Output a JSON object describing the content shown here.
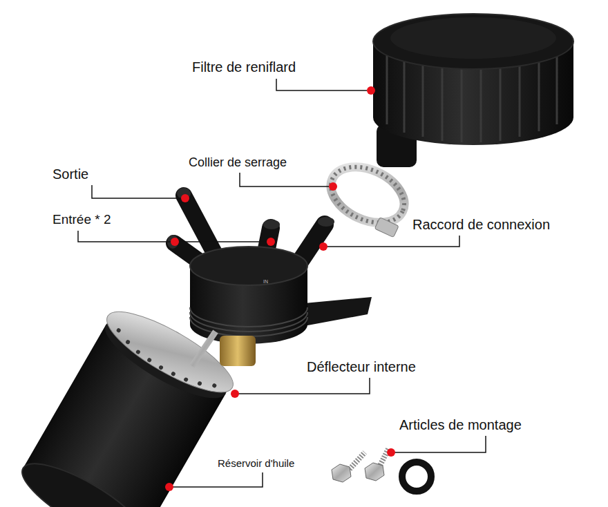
{
  "diagram": {
    "labels": [
      "Filtre de reniflard",
      "Collier de serrage",
      "Sortie",
      "Entrée * 2",
      "Raccord de connexion",
      "Déflecteur interne",
      "Articles de montage",
      "Réservoir d'huile",
      "IN"
    ]
  }
}
